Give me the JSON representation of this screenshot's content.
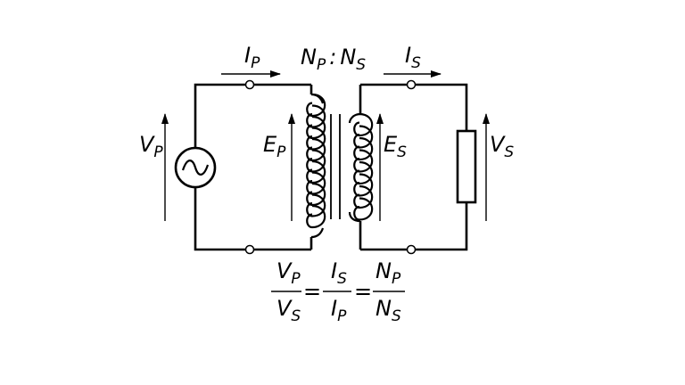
{
  "labels": {
    "primary_current": {
      "main": "I",
      "sub": "P"
    },
    "secondary_current": {
      "main": "I",
      "sub": "S"
    },
    "primary_turns": {
      "main": "N",
      "sub": "P"
    },
    "secondary_turns": {
      "main": "N",
      "sub": "S"
    },
    "turns_separator": ":",
    "primary_voltage": {
      "main": "V",
      "sub": "P"
    },
    "primary_emf": {
      "main": "E",
      "sub": "P"
    },
    "secondary_emf": {
      "main": "E",
      "sub": "S"
    },
    "secondary_voltage": {
      "main": "V",
      "sub": "S"
    }
  },
  "equation": {
    "frac1": {
      "num_main": "V",
      "num_sub": "P",
      "den_main": "V",
      "den_sub": "S"
    },
    "frac2": {
      "num_main": "I",
      "num_sub": "S",
      "den_main": "I",
      "den_sub": "P"
    },
    "frac3": {
      "num_main": "N",
      "num_sub": "P",
      "den_main": "N",
      "den_sub": "S"
    },
    "equals": "="
  },
  "icons": {
    "source": "ac-source-icon",
    "load": "resistor-icon",
    "core": "transformer-core-icon"
  }
}
